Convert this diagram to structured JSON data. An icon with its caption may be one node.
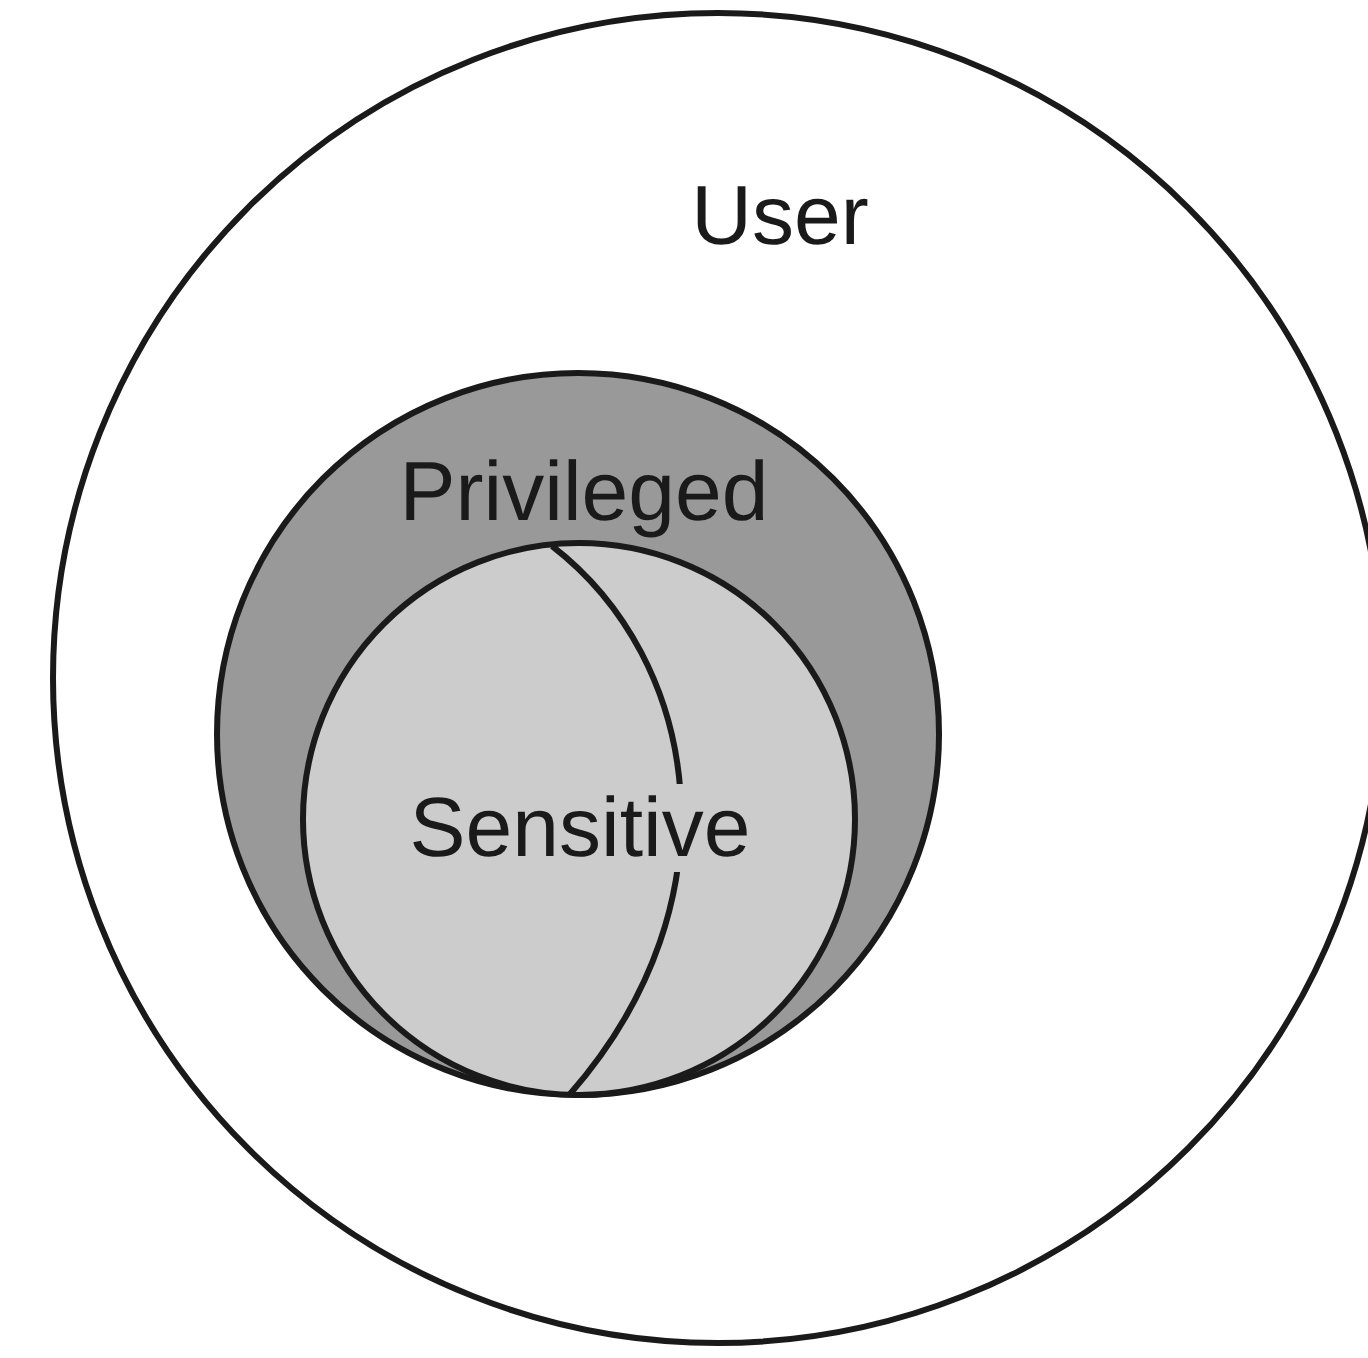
{
  "diagram": {
    "nodes": [
      {
        "text": [
          "User"
        ]
      },
      {
        "text": [
          "Privileged"
        ],
        "in": 0
      },
      {
        "text": [
          "Sensitive"
        ],
        "in": 1
      }
    ]
  }
}
